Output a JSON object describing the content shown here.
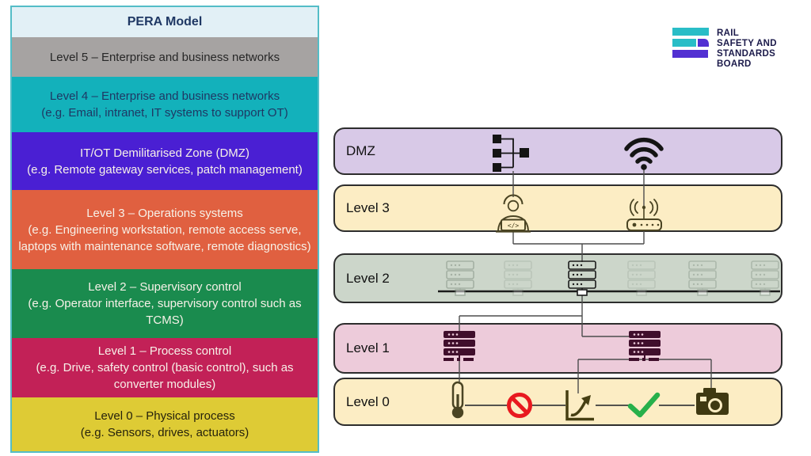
{
  "pera_table": {
    "header": "PERA Model",
    "header_bg": "#e2f0f6",
    "header_fg": "#1f3864",
    "border_color": "#54bdc7",
    "rows": [
      {
        "label": "Level 5 – Enterprise and business networks",
        "bg": "#a6a3a2",
        "fg": "#272727"
      },
      {
        "label": "Level 4 – Enterprise and business networks\n(e.g. Email, intranet, IT systems to support OT)",
        "bg": "#13b1bb",
        "fg": "#1f3864"
      },
      {
        "label": "IT/OT Demilitarised Zone (DMZ)\n(e.g. Remote gateway services, patch management)",
        "bg": "#4a1fd3",
        "fg": "#f7f1e8"
      },
      {
        "label": "Level 3 – Operations systems\n(e.g. Engineering workstation, remote access serve, laptops with maintenance software, remote diagnostics)",
        "bg": "#e06040",
        "fg": "#f7f1e8"
      },
      {
        "label": "Level 2 – Supervisory control\n(e.g. Operator interface, supervisory control such as TCMS)",
        "bg": "#1a8b4e",
        "fg": "#f7f1e8"
      },
      {
        "label": "Level 1 – Process control\n(e.g. Drive, safety control (basic control), such as converter modules)",
        "bg": "#c22157",
        "fg": "#f7f1e8"
      },
      {
        "label": "Level 0 – Physical process\n(e.g. Sensors, drives, actuators)",
        "bg": "#decb35",
        "fg": "#26220c"
      }
    ]
  },
  "logo": {
    "lines": [
      "RAIL",
      "SAFETY AND",
      "STANDARDS",
      "BOARD"
    ],
    "teal": "#29bdc7",
    "purple": "#5230d2",
    "text_color": "#1b1a4a"
  },
  "diagram": {
    "bands": [
      {
        "label": "DMZ",
        "fill": "#d8c9e7",
        "icons": [
          "sitemap-icon",
          "wifi-icon"
        ]
      },
      {
        "label": "Level 3",
        "fill": "#fcedc4",
        "icons": [
          "developer-workstation-icon",
          "wireless-router-icon"
        ]
      },
      {
        "label": "Level 2",
        "fill": "#ccd6ca",
        "icons": [
          "server-icon x6 on network bus (center server active)"
        ]
      },
      {
        "label": "Level 1",
        "fill": "#edcbda",
        "icons": [
          "server-icon",
          "server-icon"
        ]
      },
      {
        "label": "Level 0",
        "fill": "#fcedc4",
        "icons": [
          "thermometer-icon",
          "no-entry-icon",
          "trend-chart-icon",
          "checkmark-icon",
          "camera-icon"
        ]
      }
    ],
    "colors": {
      "connector_line": "#4d4d4d",
      "bus_line": "#1b1b1b",
      "icon_olive": "#4a4423",
      "server_dark_fill": "#400f2c",
      "prohibited_red": "#e8191f",
      "check_green": "#27b04b",
      "wifi_black": "#141414"
    }
  }
}
